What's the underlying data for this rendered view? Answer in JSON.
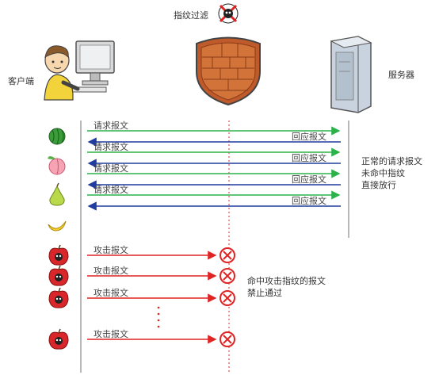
{
  "actors": {
    "client": "客户端",
    "filter": "指纹过滤",
    "server": "服务器"
  },
  "colors": {
    "request": "#2bb34a",
    "response": "#1f3c9e",
    "attack": "#e02424",
    "block": "#e02424",
    "timeline": "#666666"
  },
  "normal_flows": [
    {
      "icon": "watermelon-icon",
      "request": "请求报文",
      "response": "回应报文"
    },
    {
      "icon": "peach-icon",
      "request": "请求报文",
      "response": "回应报文"
    },
    {
      "icon": "pear-icon",
      "request": "请求报文",
      "response": "回应报文"
    },
    {
      "icon": "banana-icon",
      "request": "请求报文",
      "response": "回应报文"
    }
  ],
  "attack_flows": [
    {
      "icon": "poisoned-apple-icon",
      "label": "攻击报文"
    },
    {
      "icon": "poisoned-apple-icon",
      "label": "攻击报文"
    },
    {
      "icon": "poisoned-apple-icon",
      "label": "攻击报文"
    },
    {
      "icon": "poisoned-apple-icon",
      "label": "攻击报文"
    }
  ],
  "notes": {
    "normal": "正常的请求报文\n未命中指纹\n直接放行",
    "attack": "命中攻击指纹的报文\n禁止通过"
  }
}
